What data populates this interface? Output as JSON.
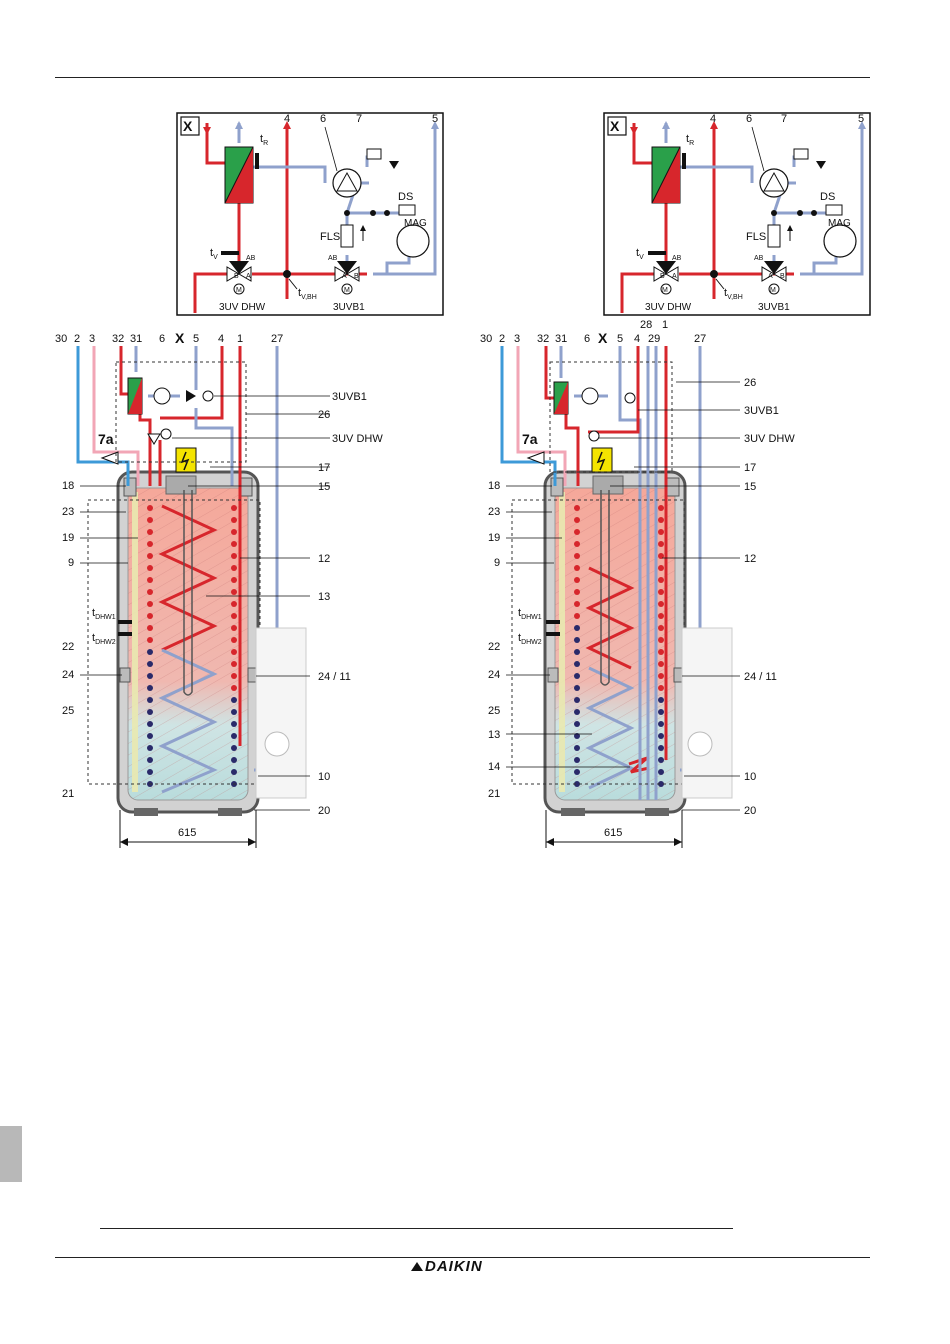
{
  "brand": "DAIKIN",
  "schematic": {
    "box_label": "X",
    "ports": [
      "4",
      "5"
    ],
    "parts": [
      "6",
      "7"
    ],
    "tR": "t",
    "tR_sub": "R",
    "tV": "t",
    "tV_sub": "V",
    "tVBH": "t",
    "tVBH_sub": "V,BH",
    "ds": "DS",
    "mag": "MAG",
    "fls": "FLS",
    "valve1": "3UV DHW",
    "valve2": "3UVB1",
    "ab": "AB",
    "a": "A",
    "b": "B",
    "m": "M"
  },
  "tank_left": {
    "top_labels": [
      "30",
      "2",
      "3",
      "32",
      "31",
      "X",
      "6",
      "5",
      "4",
      "1",
      "27"
    ],
    "left_labels": [
      "18",
      "23",
      "19",
      "9",
      "22",
      "24",
      "25",
      "21"
    ],
    "right_labels": [
      "3UVB1",
      "26",
      "3UV DHW",
      "17",
      "15",
      "12",
      "13",
      "24 / 11",
      "10",
      "20"
    ],
    "tdhw1": "t",
    "tdhw1_sub": "DHW1",
    "tdhw2": "t",
    "tdhw2_sub": "DHW2",
    "port7a": "7a",
    "dimension": "615"
  },
  "tank_right": {
    "top_labels": [
      "30",
      "2",
      "3",
      "32",
      "31",
      "6",
      "X",
      "5",
      "4",
      "28",
      "29",
      "1",
      "27"
    ],
    "left_labels": [
      "18",
      "23",
      "19",
      "9",
      "22",
      "24",
      "25",
      "13",
      "14",
      "21"
    ],
    "right_labels": [
      "26",
      "3UVB1",
      "3UV DHW",
      "17",
      "15",
      "12",
      "24 / 11",
      "10",
      "20"
    ],
    "tdhw1": "t",
    "tdhw1_sub": "DHW1",
    "tdhw2": "t",
    "tdhw2_sub": "DHW2",
    "port7a": "7a",
    "dimension": "615"
  },
  "colors": {
    "hot": "#d7262c",
    "cold": "#8fa1cc",
    "pink": "#f2a6b6",
    "blue": "#3d9ad8",
    "green": "#2aa04a",
    "warning": "#f4e400",
    "tank_grey": "#c9c9c9",
    "shell_dark": "#555555"
  }
}
